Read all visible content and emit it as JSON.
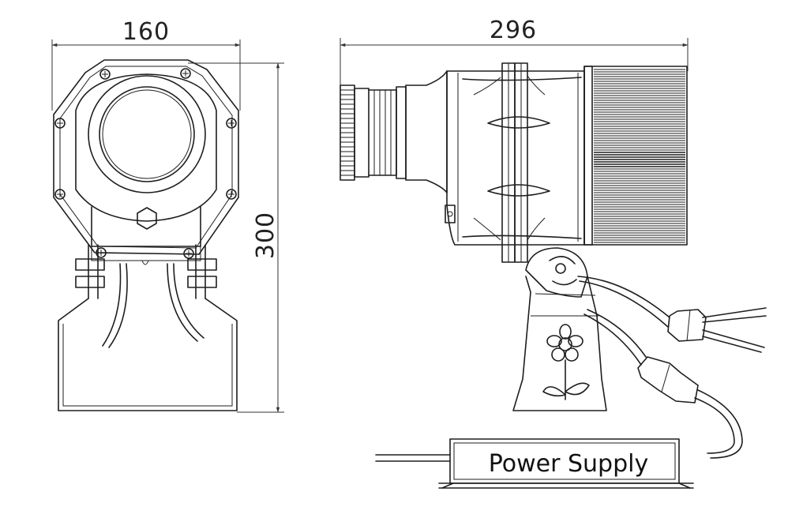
{
  "dimensions": {
    "width_label": "160",
    "height_label": "300",
    "length_label": "296"
  },
  "power_supply": {
    "label": "Power Supply"
  }
}
